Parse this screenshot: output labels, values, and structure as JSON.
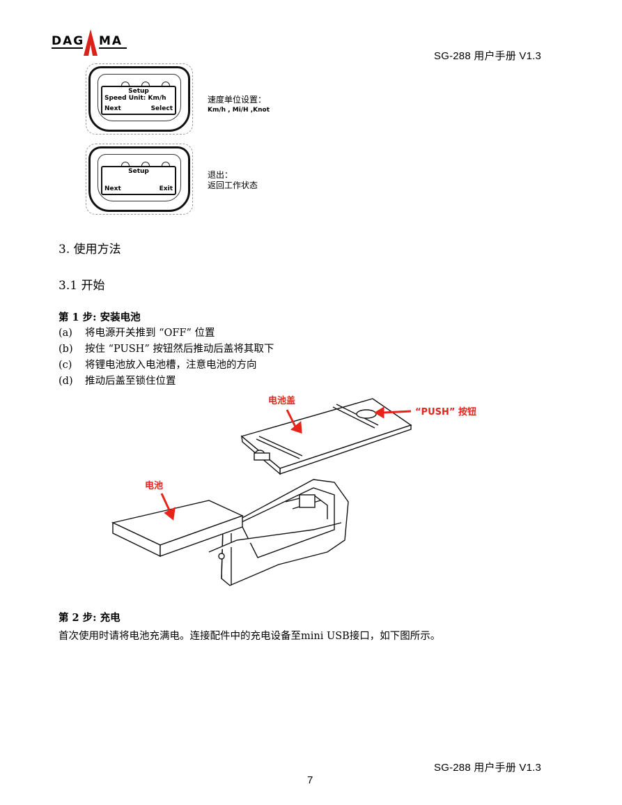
{
  "header": {
    "logo_text": "DAGAMA",
    "title": "SG-288  用户手册  V1.3"
  },
  "screens": [
    {
      "line1": "Setup",
      "line2": "Speed Unit: Km/h",
      "left": "Next",
      "right": "Select",
      "annot_title": "速度单位设置：",
      "annot_text": "Km/h , Mi/H ,Knot"
    },
    {
      "line1": "Setup",
      "line2": "",
      "left": "Next",
      "right": "Exit",
      "annot_title": "退出：",
      "annot_text": "返回工作状态"
    }
  ],
  "section": {
    "heading": "3.  使用方法",
    "sub": "3.1  开始"
  },
  "step1": {
    "heading": "第  1  步:  安装电池",
    "items": [
      {
        "tag": "(a)",
        "text": "将电源开关推到 “OFF” 位置"
      },
      {
        "tag": "(b)",
        "text": "按住 “PUSH” 按钮然后推动后盖将其取下"
      },
      {
        "tag": "(c)",
        "text": "将锂电池放入电池槽，注意电池的方向"
      },
      {
        "tag": "(d)",
        "text": "推动后盖至锁住位置"
      }
    ],
    "figure": {
      "cover_label": "电池盖",
      "push_label": "“PUSH” 按钮",
      "battery_label": "电池",
      "accent_color": "#e8231a"
    }
  },
  "step2": {
    "heading": "第  2  步:  充电",
    "text": "首次使用时请将电池充满电。连接配件中的充电设备至mini USB接口，如下图所示。"
  },
  "footer": {
    "title": "SG-288  用户手册  V1.3",
    "page": "7"
  }
}
